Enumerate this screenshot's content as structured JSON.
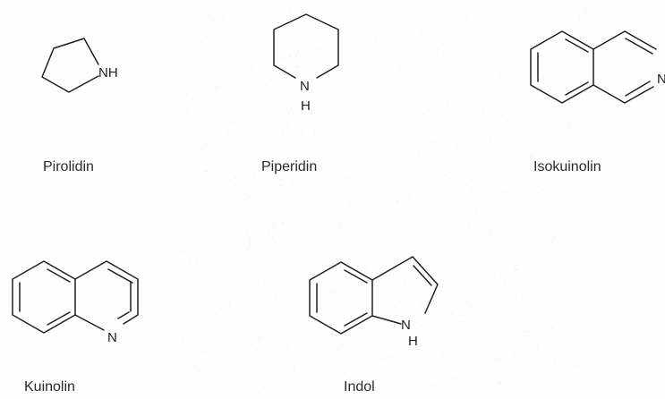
{
  "diagram": {
    "molecules": [
      {
        "id": "pirolidin",
        "name": "Pirolidin",
        "atoms": [
          "NH"
        ]
      },
      {
        "id": "piperidin",
        "name": "Piperidin",
        "atoms": [
          "N",
          "H"
        ]
      },
      {
        "id": "isokuinolin",
        "name": "Isokuinolin",
        "atoms": [
          "N"
        ]
      },
      {
        "id": "kuinolin",
        "name": "Kuinolin",
        "atoms": [
          "N"
        ]
      },
      {
        "id": "indol",
        "name": "Indol",
        "atoms": [
          "N",
          "H"
        ]
      }
    ]
  },
  "colors": {
    "ink": "#1e1e1e",
    "label": "#2a2a2a",
    "background": "#fefefe"
  }
}
